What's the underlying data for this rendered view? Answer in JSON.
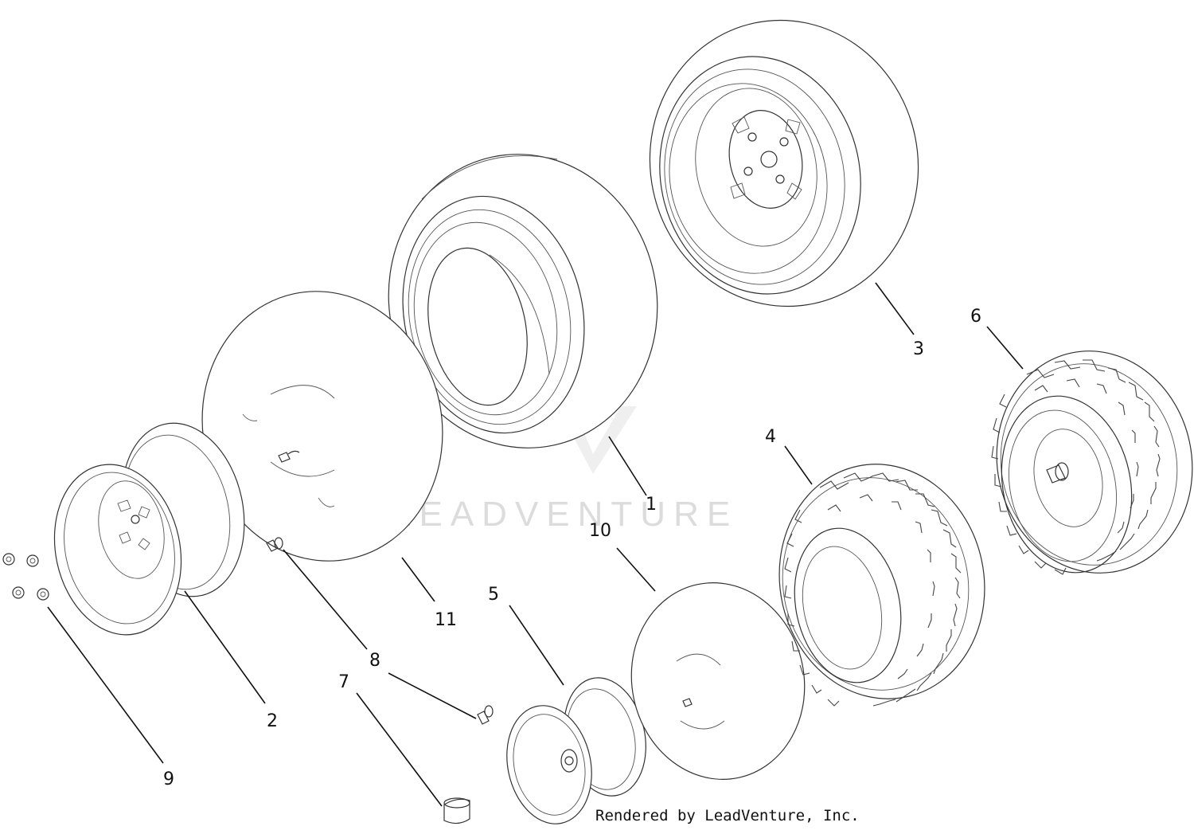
{
  "callouts": {
    "c1": "1",
    "c2": "2",
    "c3": "3",
    "c4": "4",
    "c5": "5",
    "c6": "6",
    "c7": "7",
    "c8": "8",
    "c9": "9",
    "c10": "10",
    "c11": "11"
  },
  "watermark": "LEADVENTURE",
  "credit": "Rendered by LeadVenture, Inc.",
  "colors": {
    "line": "#333333",
    "text": "#111111",
    "watermark": "#d9d9d9",
    "background": "#ffffff"
  }
}
